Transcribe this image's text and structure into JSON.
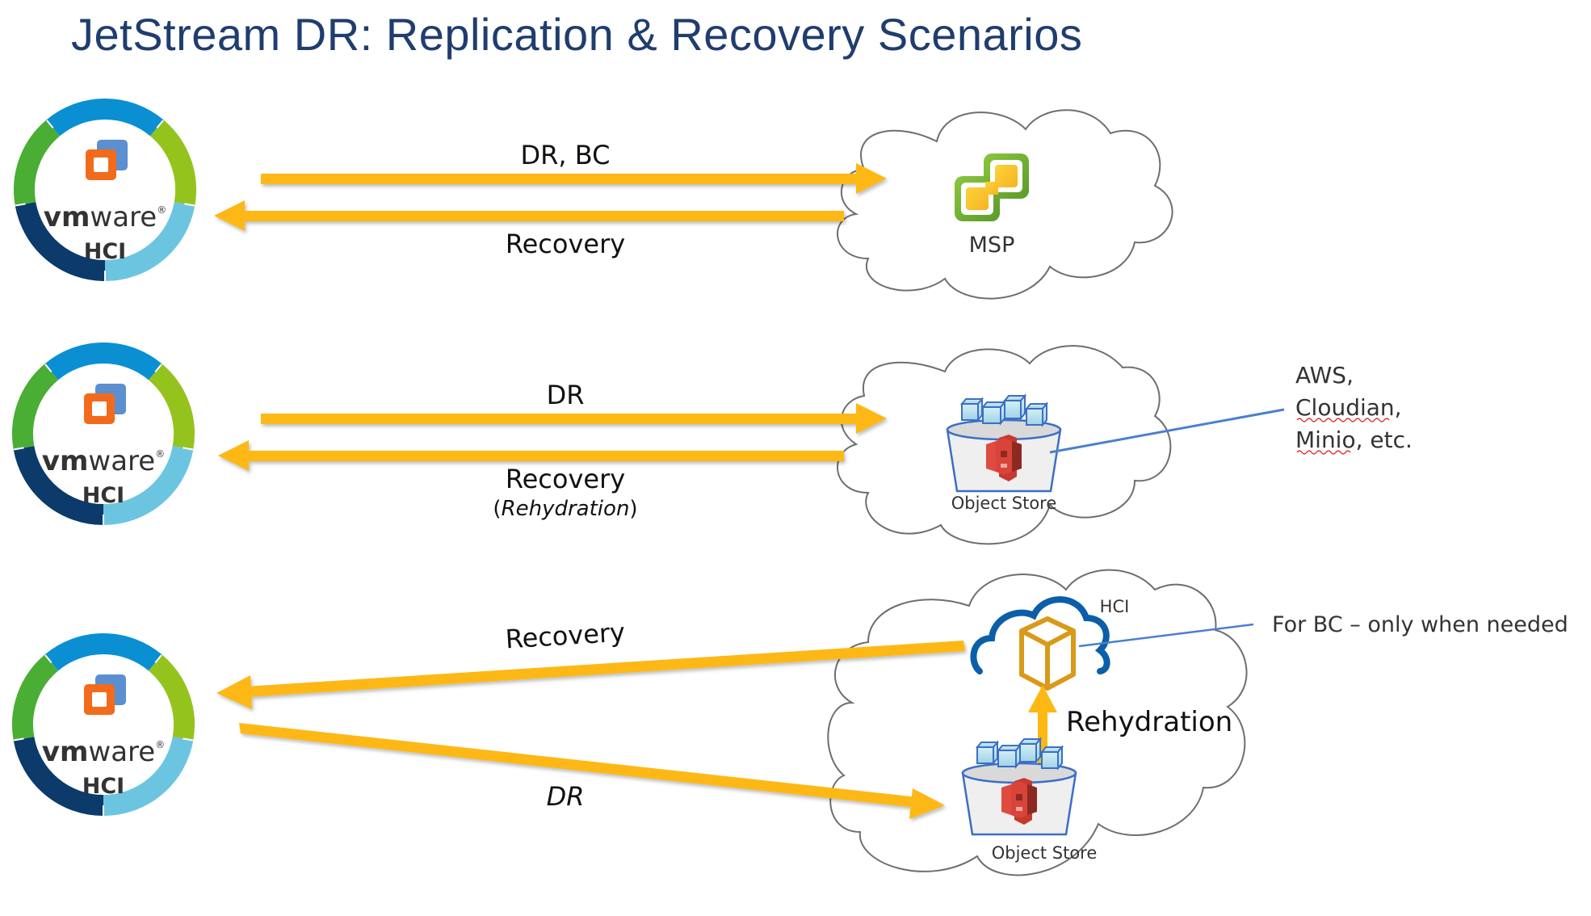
{
  "title": "JetStream DR: Replication & Recovery Scenarios",
  "colors": {
    "title": "#1f3d6e",
    "arrow": "#fdb813",
    "connector": "#4a7fd0",
    "ring_blue": "#0a8fd3",
    "ring_lightgreen": "#95c31e",
    "ring_green": "#4aad34",
    "ring_navy": "#0b3a6b",
    "ring_skyblue": "#6cc5e0"
  },
  "hci_badge": {
    "brand_prefix": "vm",
    "brand_suffix": "ware",
    "registered": "®",
    "label": "HCI"
  },
  "scenarios": [
    {
      "id": "msp",
      "forward_label": "DR, BC",
      "return_label": "Recovery",
      "target_label": "MSP",
      "target_icon": "vsphere-logo-icon"
    },
    {
      "id": "object-store",
      "forward_label": "DR",
      "return_label": "Recovery",
      "return_sublabel_open": "(",
      "return_sublabel_italic": "Rehydration",
      "return_sublabel_close": ")",
      "target_label": "Object Store",
      "target_icon": "s3-bucket-icon",
      "note_lines": [
        "AWS,",
        "Cloudian,",
        "Minio, etc."
      ]
    },
    {
      "id": "cloud-hci",
      "return_label": "Recovery",
      "forward_label": "DR",
      "cloud_hci_label": "HCI",
      "cloud_hci_icon": "cloud-cube-icon",
      "rehydration_label": "Rehydration",
      "target_label": "Object Store",
      "target_icon": "s3-bucket-icon",
      "note": "For BC – only when needed"
    }
  ]
}
